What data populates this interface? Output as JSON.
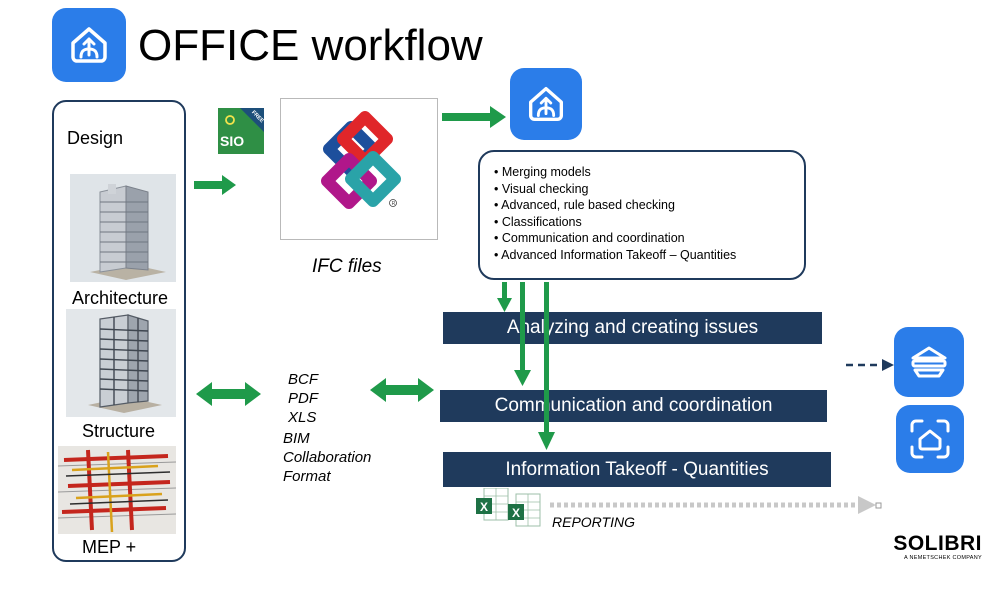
{
  "header": {
    "title": "OFFICE workflow"
  },
  "left_panel": {
    "design": "Design",
    "architecture": "Architecture",
    "structure": "Structure",
    "mep": "MEP +"
  },
  "badge": {
    "sio": "SIO",
    "free": "FREE"
  },
  "ifc": {
    "caption": "IFC files"
  },
  "features": [
    "Merging models",
    "Visual checking",
    "Advanced, rule based checking",
    "Classifications",
    "Communication and coordination",
    "Advanced Information Takeoff – Quantities"
  ],
  "formats": {
    "bcf": "BCF",
    "pdf": "PDF",
    "xls": "XLS",
    "bim1": "BIM",
    "bim2": "Collaboration",
    "bim3": "Format"
  },
  "steps": {
    "analyzing": "Analyzing and creating issues",
    "communication": "Communication and coordination",
    "takeoff": "Information Takeoff - Quantities"
  },
  "reporting": "REPORTING",
  "brand": {
    "name": "SOLIBRI",
    "tagline": "A NEMETSCHEK COMPANY"
  },
  "colors": {
    "accent_blue": "#2b7de9",
    "navy": "#1f3a5c",
    "arrow_green": "#1f9a4a"
  }
}
